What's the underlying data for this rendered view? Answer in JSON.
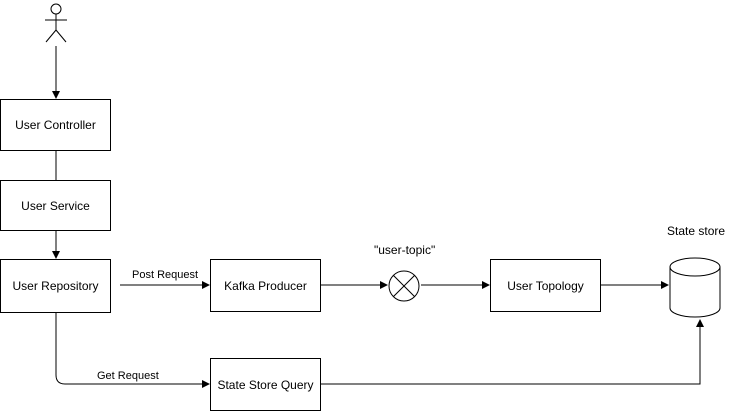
{
  "nodes": {
    "user_controller": "User Controller",
    "user_service": "User Service",
    "user_repository": "User Repository",
    "kafka_producer": "Kafka Producer",
    "user_topology": "User Topology",
    "state_store_query": "State Store Query",
    "topic_label": "\"user-topic\"",
    "state_store_label": "State store"
  },
  "edges": {
    "post_request": "Post Request",
    "get_request": "Get Request"
  },
  "icons": {
    "actor": "stick-figure-actor-icon",
    "topic": "circle-cross-topic-icon",
    "database": "cylinder-database-icon"
  }
}
